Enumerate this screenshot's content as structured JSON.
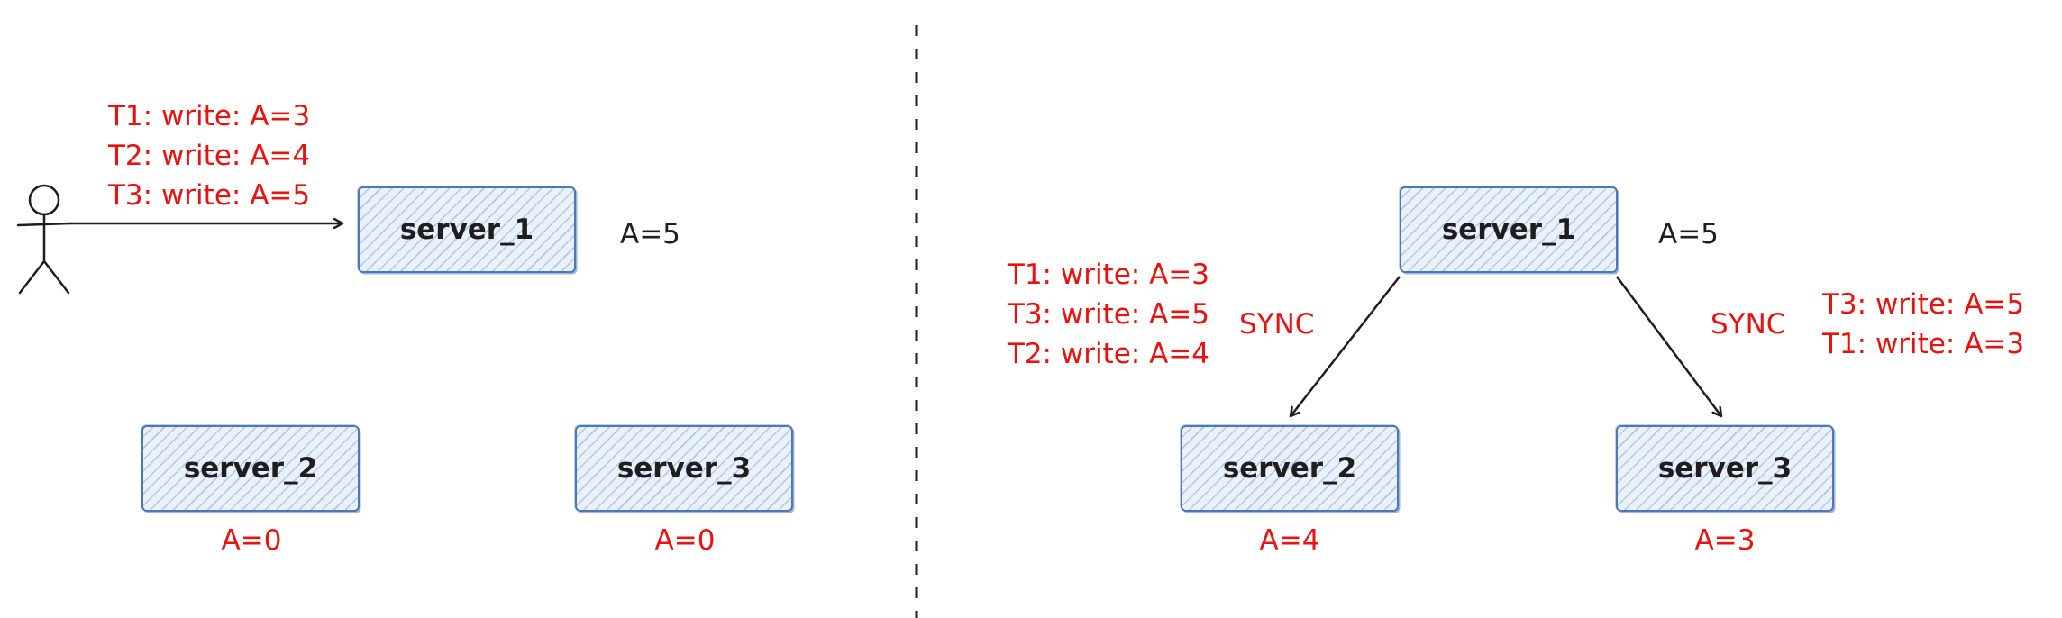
{
  "left": {
    "writes": [
      "T1: write: A=3",
      "T2: write: A=4",
      "T3: write: A=5"
    ],
    "servers": {
      "server_1": {
        "label": "server_1",
        "value": "A=5"
      },
      "server_2": {
        "label": "server_2",
        "value": "A=0"
      },
      "server_3": {
        "label": "server_3",
        "value": "A=0"
      }
    }
  },
  "right": {
    "servers": {
      "server_1": {
        "label": "server_1",
        "value": "A=5"
      },
      "server_2": {
        "label": "server_2",
        "value": "A=4"
      },
      "server_3": {
        "label": "server_3",
        "value": "A=3"
      }
    },
    "sync_left": "SYNC",
    "sync_right": "SYNC",
    "server_2_log": [
      "T1: write: A=3",
      "T3: write: A=5",
      "T2: write: A=4"
    ],
    "server_3_log": [
      "T3: write: A=5",
      "T1: write: A=3"
    ]
  },
  "colors": {
    "box_stroke": "#4a78b8",
    "box_fill": "#eaf1fa",
    "annotation_red": "#e8130f",
    "ink": "#1e1e1e"
  }
}
